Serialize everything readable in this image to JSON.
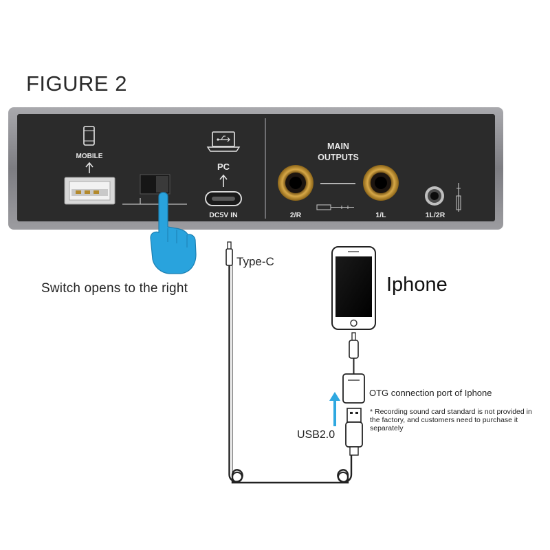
{
  "figure": {
    "title": "FIGURE 2"
  },
  "panel": {
    "mobile_label": "MOBILE",
    "pc_label": "PC",
    "dc_label": "DC5V IN",
    "main_outputs_line1": "MAIN",
    "main_outputs_line2": "OUTPUTS",
    "out_right_label": "2/R",
    "out_left_label": "1/L",
    "headphone_label": "1L/2R"
  },
  "annotations": {
    "switch_note": "Switch opens to the right",
    "typec_label": "Type-C",
    "iphone_label": "Iphone",
    "otg_label": "OTG connection port of Iphone",
    "otg_note": "* Recording sound card standard is not provided in the factory, and customers need to purchase it separately",
    "usb_label": "USB2.0"
  },
  "colors": {
    "panel_body": "#2b2b2b",
    "panel_frame": "#8a8a8e",
    "jack_gold": "#b8862b",
    "hand_blue": "#29a3dd",
    "arrow_blue": "#2fa8e0"
  }
}
